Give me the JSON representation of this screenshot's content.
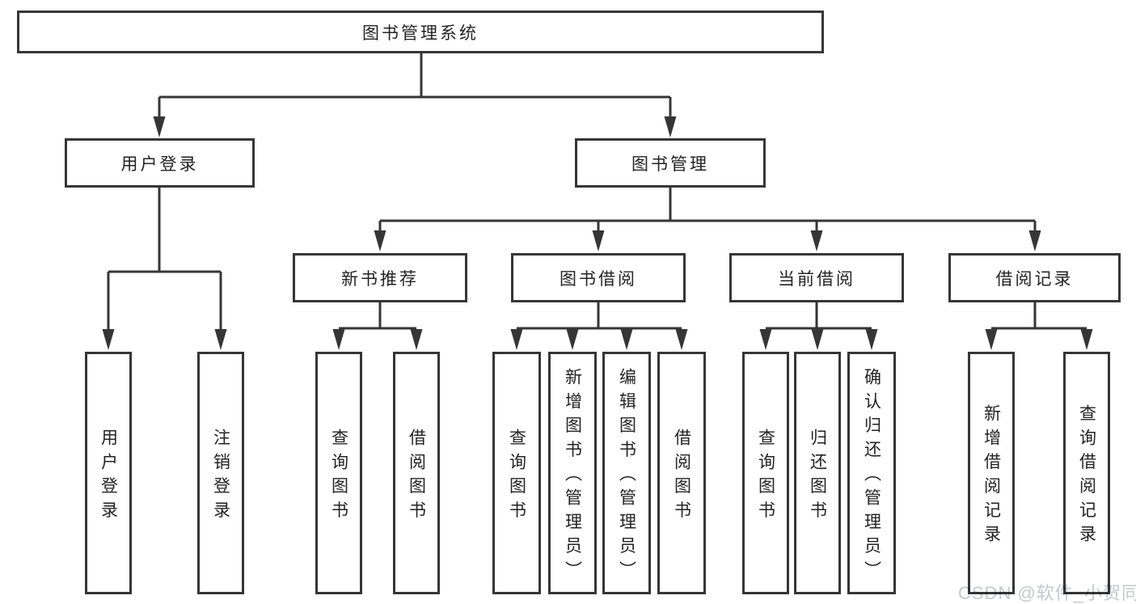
{
  "diagram": {
    "root": {
      "label": "图书管理系统",
      "children": [
        {
          "label": "用户登录",
          "children": [
            {
              "label": "用户登录"
            },
            {
              "label": "注销登录"
            }
          ]
        },
        {
          "label": "图书管理",
          "children": [
            {
              "label": "新书推荐",
              "children": [
                {
                  "label": "查询图书"
                },
                {
                  "label": "借阅图书"
                }
              ]
            },
            {
              "label": "图书借阅",
              "children": [
                {
                  "label": "查询图书"
                },
                {
                  "label": "新增图书（管理员）"
                },
                {
                  "label": "编辑图书（管理员）"
                },
                {
                  "label": "借阅图书"
                }
              ]
            },
            {
              "label": "当前借阅",
              "children": [
                {
                  "label": "查询图书"
                },
                {
                  "label": "归还图书"
                },
                {
                  "label": "确认归还（管理员）"
                }
              ]
            },
            {
              "label": "借阅记录",
              "children": [
                {
                  "label": "新增借阅记录"
                },
                {
                  "label": "查询借阅记录"
                }
              ]
            }
          ]
        }
      ]
    },
    "colors": {
      "line": "#363636",
      "box_background": "#ffffff",
      "text": "#232323",
      "watermark": "#c5c8cd"
    }
  },
  "watermark": {
    "text": "CSDN @软件_小贺同学"
  }
}
